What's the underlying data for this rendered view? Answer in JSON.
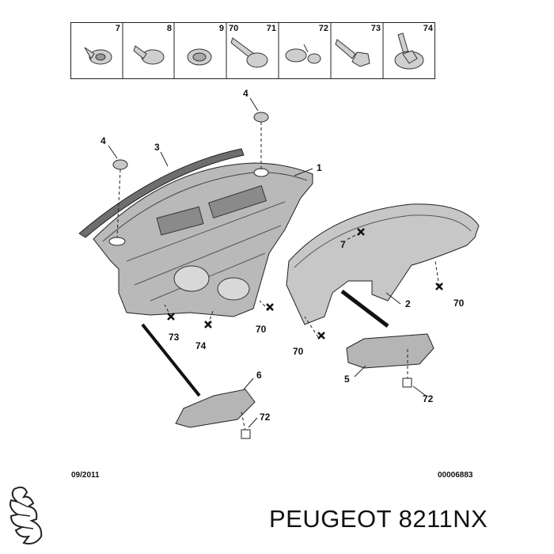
{
  "legend": {
    "cells": [
      {
        "label": "7"
      },
      {
        "label": "8"
      },
      {
        "label": "9"
      },
      {
        "label": "70",
        "label2": "71"
      },
      {
        "label": "72"
      },
      {
        "label": "73"
      },
      {
        "label": "74"
      }
    ]
  },
  "callouts": {
    "c1": "1",
    "c2": "2",
    "c3": "3",
    "c4a": "4",
    "c4b": "4",
    "c5": "5",
    "c6": "6",
    "c7": "7",
    "c70a": "70",
    "c70b": "70",
    "c70c": "70",
    "c72a": "72",
    "c72b": "72",
    "c73": "73",
    "c74": "74"
  },
  "footer": {
    "date": "09/2011",
    "ref": "00006883"
  },
  "brand": {
    "title": "PEUGEOT 8211NX"
  }
}
